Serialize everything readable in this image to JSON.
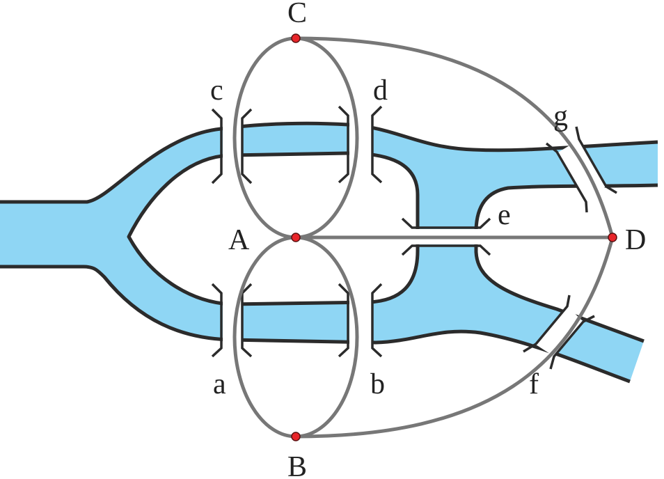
{
  "title": "Seven Bridges of Königsberg graph",
  "colors": {
    "water": "#8fd6f4",
    "river_edge": "#2b2b2b",
    "graph_edge": "#777777",
    "node": "#e8252a"
  },
  "nodes": [
    {
      "id": "A",
      "label": "A"
    },
    {
      "id": "B",
      "label": "B"
    },
    {
      "id": "C",
      "label": "C"
    },
    {
      "id": "D",
      "label": "D"
    }
  ],
  "bridges": [
    {
      "id": "a",
      "label": "a",
      "connects": [
        "A",
        "B"
      ]
    },
    {
      "id": "b",
      "label": "b",
      "connects": [
        "A",
        "B"
      ]
    },
    {
      "id": "c",
      "label": "c",
      "connects": [
        "A",
        "C"
      ]
    },
    {
      "id": "d",
      "label": "d",
      "connects": [
        "A",
        "C"
      ]
    },
    {
      "id": "e",
      "label": "e",
      "connects": [
        "A",
        "D"
      ]
    },
    {
      "id": "f",
      "label": "f",
      "connects": [
        "B",
        "D"
      ]
    },
    {
      "id": "g",
      "label": "g",
      "connects": [
        "C",
        "D"
      ]
    }
  ]
}
